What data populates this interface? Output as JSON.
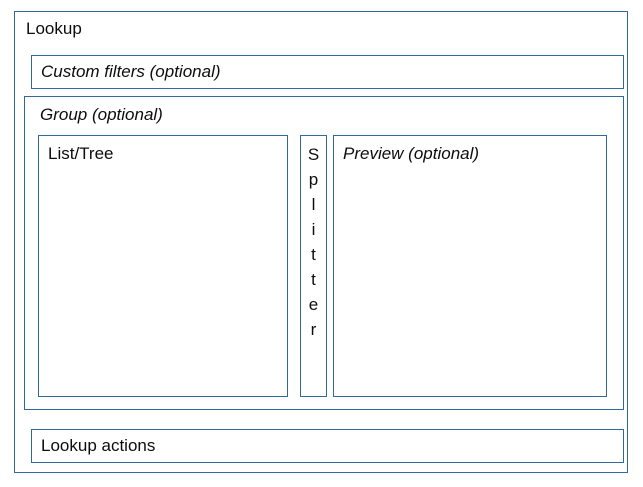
{
  "diagram": {
    "type": "ui-wireframe",
    "title": "Lookup",
    "style": {
      "border_color": "#31699b",
      "background_color": "#ffffff",
      "text_color": "#0d0d0d"
    },
    "regions": {
      "frame": {
        "name": "Lookup",
        "label": "Lookup"
      },
      "custom_filters": {
        "label": "Custom filters (optional)",
        "optional": true
      },
      "group": {
        "label": "Group (optional)",
        "optional": true
      },
      "list_tree": {
        "label": "List/Tree",
        "optional": false
      },
      "splitter": {
        "label": "Splitter",
        "letters": [
          "S",
          "p",
          "l",
          "i",
          "t",
          "t",
          "e",
          "r"
        ]
      },
      "preview": {
        "label": "Preview (optional)",
        "optional": true
      },
      "lookup_actions": {
        "label": "Lookup actions",
        "optional": false
      }
    }
  }
}
